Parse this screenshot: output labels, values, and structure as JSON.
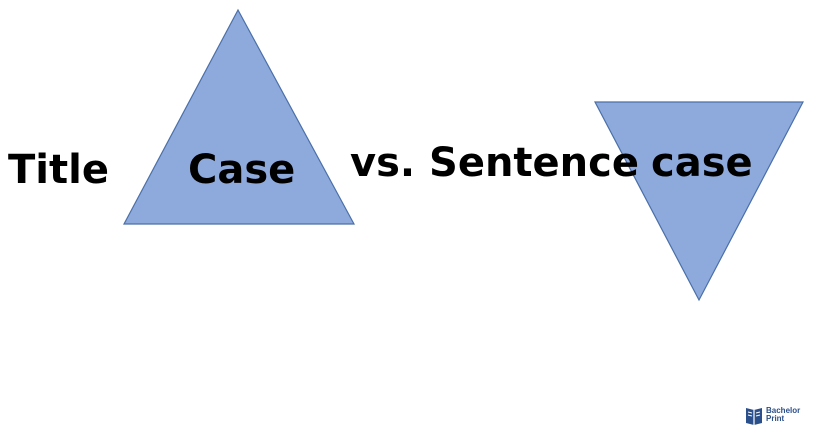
{
  "colors": {
    "triangle_fill": "#8eaadc",
    "triangle_stroke": "#4a6fa8",
    "text": "#000000",
    "logo": "#2b4f8a"
  },
  "labels": {
    "title_word": "Title",
    "case_title": "Case",
    "vs_sentence": "vs. Sentence",
    "case_lower": "case"
  },
  "logo": {
    "line1": "Bachelor",
    "line2": "Print"
  }
}
